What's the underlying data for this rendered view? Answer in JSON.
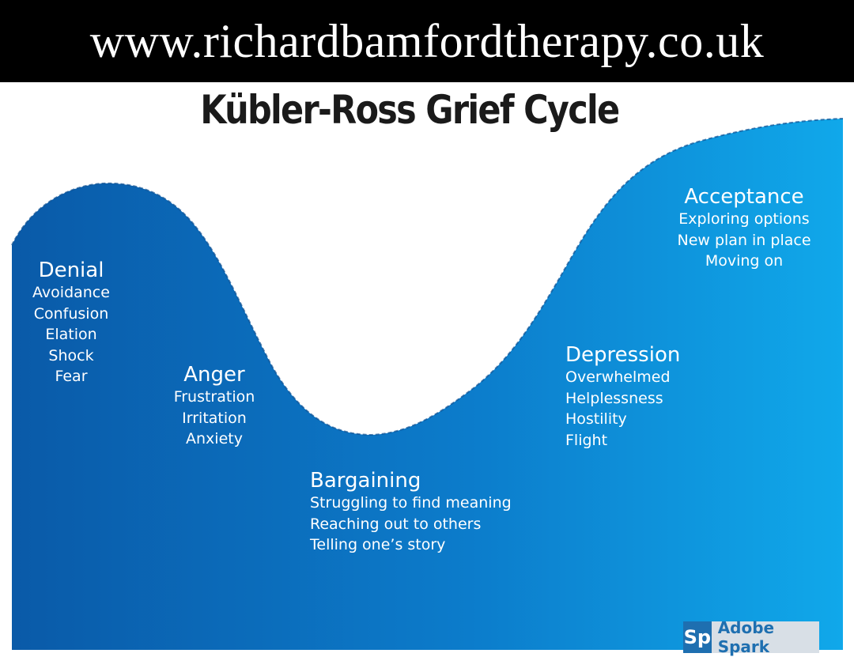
{
  "banner": {
    "url": "www.richardbamfordtherapy.co.uk"
  },
  "title": "Kübler-Ross Grief Cycle",
  "colors": {
    "gradient_left": "#0a5aa8",
    "gradient_right": "#10a8ea",
    "banner_bg": "#000000",
    "title_text": "#1a1a1a"
  },
  "stages": {
    "denial": {
      "name": "Denial",
      "items": [
        "Avoidance",
        "Confusion",
        "Elation",
        "Shock",
        "Fear"
      ]
    },
    "anger": {
      "name": "Anger",
      "items": [
        "Frustration",
        "Irritation",
        "Anxiety"
      ]
    },
    "bargaining": {
      "name": "Bargaining",
      "items": [
        "Struggling to find meaning",
        "Reaching out to others",
        "Telling one’s story"
      ]
    },
    "depression": {
      "name": "Depression",
      "items": [
        "Overwhelmed",
        "Helplessness",
        "Hostility",
        "Flight"
      ]
    },
    "acceptance": {
      "name": "Acceptance",
      "items": [
        "Exploring options",
        "New plan in place",
        "Moving on"
      ]
    }
  },
  "badge": {
    "logo": "Sp",
    "label": "Adobe Spark"
  }
}
